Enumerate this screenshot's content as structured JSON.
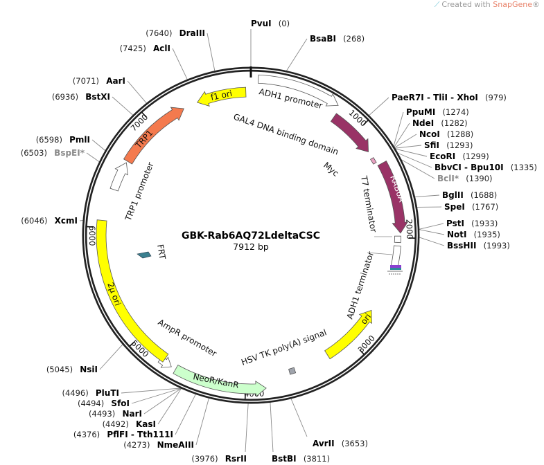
{
  "credit": {
    "prefix": "Created with ",
    "brand": "SnapGene",
    "suffix": "®"
  },
  "plasmid": {
    "name": "GBK-Rab6AQ72LdeltaCSC",
    "size_label": "7912 bp",
    "length": 7912
  },
  "ticks": [
    "1000",
    "2000",
    "3000",
    "4000",
    "5000",
    "6000",
    "7000"
  ],
  "enzymes": [
    {
      "name": "PvuI",
      "pos": "(0)",
      "bp": 0
    },
    {
      "name": "BsaBI",
      "pos": "(268)",
      "bp": 268
    },
    {
      "name": "PaeR7I - TliI - XhoI",
      "pos": "(979)",
      "bp": 979
    },
    {
      "name": "PpuMI",
      "pos": "(1274)",
      "bp": 1274
    },
    {
      "name": "NdeI",
      "pos": "(1282)",
      "bp": 1282
    },
    {
      "name": "NcoI",
      "pos": "(1288)",
      "bp": 1288
    },
    {
      "name": "SfiI",
      "pos": "(1293)",
      "bp": 1293
    },
    {
      "name": "EcoRI",
      "pos": "(1299)",
      "bp": 1299
    },
    {
      "name": "BbvCI - Bpu10I",
      "pos": "(1335)",
      "bp": 1335
    },
    {
      "name": "BclI*",
      "pos": "(1390)",
      "bp": 1390,
      "gray": true
    },
    {
      "name": "BglII",
      "pos": "(1688)",
      "bp": 1688
    },
    {
      "name": "SpeI",
      "pos": "(1767)",
      "bp": 1767
    },
    {
      "name": "PstI",
      "pos": "(1933)",
      "bp": 1933
    },
    {
      "name": "NotI",
      "pos": "(1935)",
      "bp": 1935
    },
    {
      "name": "BssHII",
      "pos": "(1993)",
      "bp": 1993
    },
    {
      "name": "AvrII",
      "pos": "(3653)",
      "bp": 3653
    },
    {
      "name": "BstBI",
      "pos": "(3811)",
      "bp": 3811
    },
    {
      "name": "RsrII",
      "pos": "(3976)",
      "bp": 3976
    },
    {
      "name": "NmeAIII",
      "pos": "(4273)",
      "bp": 4273
    },
    {
      "name": "PflFI - Tth111I",
      "pos": "(4376)",
      "bp": 4376
    },
    {
      "name": "KasI",
      "pos": "(4492)",
      "bp": 4492
    },
    {
      "name": "NarI",
      "pos": "(4493)",
      "bp": 4493
    },
    {
      "name": "SfoI",
      "pos": "(4494)",
      "bp": 4494
    },
    {
      "name": "PluTI",
      "pos": "(4496)",
      "bp": 4496
    },
    {
      "name": "NsiI",
      "pos": "(5045)",
      "bp": 5045
    },
    {
      "name": "XcmI",
      "pos": "(6046)",
      "bp": 6046
    },
    {
      "name": "BspEI*",
      "pos": "(6503)",
      "bp": 6503,
      "gray": true
    },
    {
      "name": "PmlI",
      "pos": "(6598)",
      "bp": 6598
    },
    {
      "name": "BstXI",
      "pos": "(6936)",
      "bp": 6936
    },
    {
      "name": "AarI",
      "pos": "(7071)",
      "bp": 7071
    },
    {
      "name": "AclI",
      "pos": "(7425)",
      "bp": 7425
    },
    {
      "name": "DraIII",
      "pos": "(7640)",
      "bp": 7640
    }
  ],
  "features": [
    {
      "label": "ADH1 promoter",
      "start": 60,
      "end": 745,
      "dir": 1,
      "color": "#ffffff"
    },
    {
      "label": "f1 ori",
      "start": 7868,
      "end": 7430,
      "dir": -1,
      "color": "#ffff00"
    },
    {
      "label": "GAL4 DNA binding domain",
      "start": 770,
      "end": 1200,
      "dir": 1,
      "color": "#993366"
    },
    {
      "label": "Myc",
      "start": 1265,
      "end": 1315,
      "dir": 0,
      "color": "#e8a0c0"
    },
    {
      "label": "RAB6A",
      "start": 1345,
      "end": 1960,
      "dir": 1,
      "color": "#993366"
    },
    {
      "label": "T7 terminator",
      "start": 1985,
      "end": 2040,
      "dir": 0,
      "color": "#ffffff"
    },
    {
      "label": "ADH1 terminator",
      "start": 2070,
      "end": 2250,
      "dir": 0,
      "color": "#ffffff"
    },
    {
      "label": "ori",
      "start": 3240,
      "end": 2680,
      "dir": -1,
      "color": "#ffff00"
    },
    {
      "label": "HSV TK poly(A) signal",
      "start": 3560,
      "end": 3610,
      "dir": 0,
      "color": "#a0a4ac"
    },
    {
      "label": "NeoR/KanR",
      "start": 4600,
      "end": 3830,
      "dir": -1,
      "color": "#ccffcc"
    },
    {
      "label": "AmpR promoter",
      "start": 4750,
      "end": 4640,
      "dir": -1,
      "color": "#ffffff"
    },
    {
      "label": "2µ ori",
      "start": 6060,
      "end": 4720,
      "dir": 0,
      "color": "#ffff00"
    },
    {
      "label": "TRP1",
      "start": 6615,
      "end": 7300,
      "dir": 1,
      "color": "#f47a4e"
    },
    {
      "label": "TRP1 promoter",
      "start": 6340,
      "end": 6600,
      "dir": 1,
      "color": "#ffffff"
    },
    {
      "label": "FRT",
      "start": 0,
      "end": 0,
      "dir": 0,
      "color": "#3a7f8f"
    }
  ]
}
